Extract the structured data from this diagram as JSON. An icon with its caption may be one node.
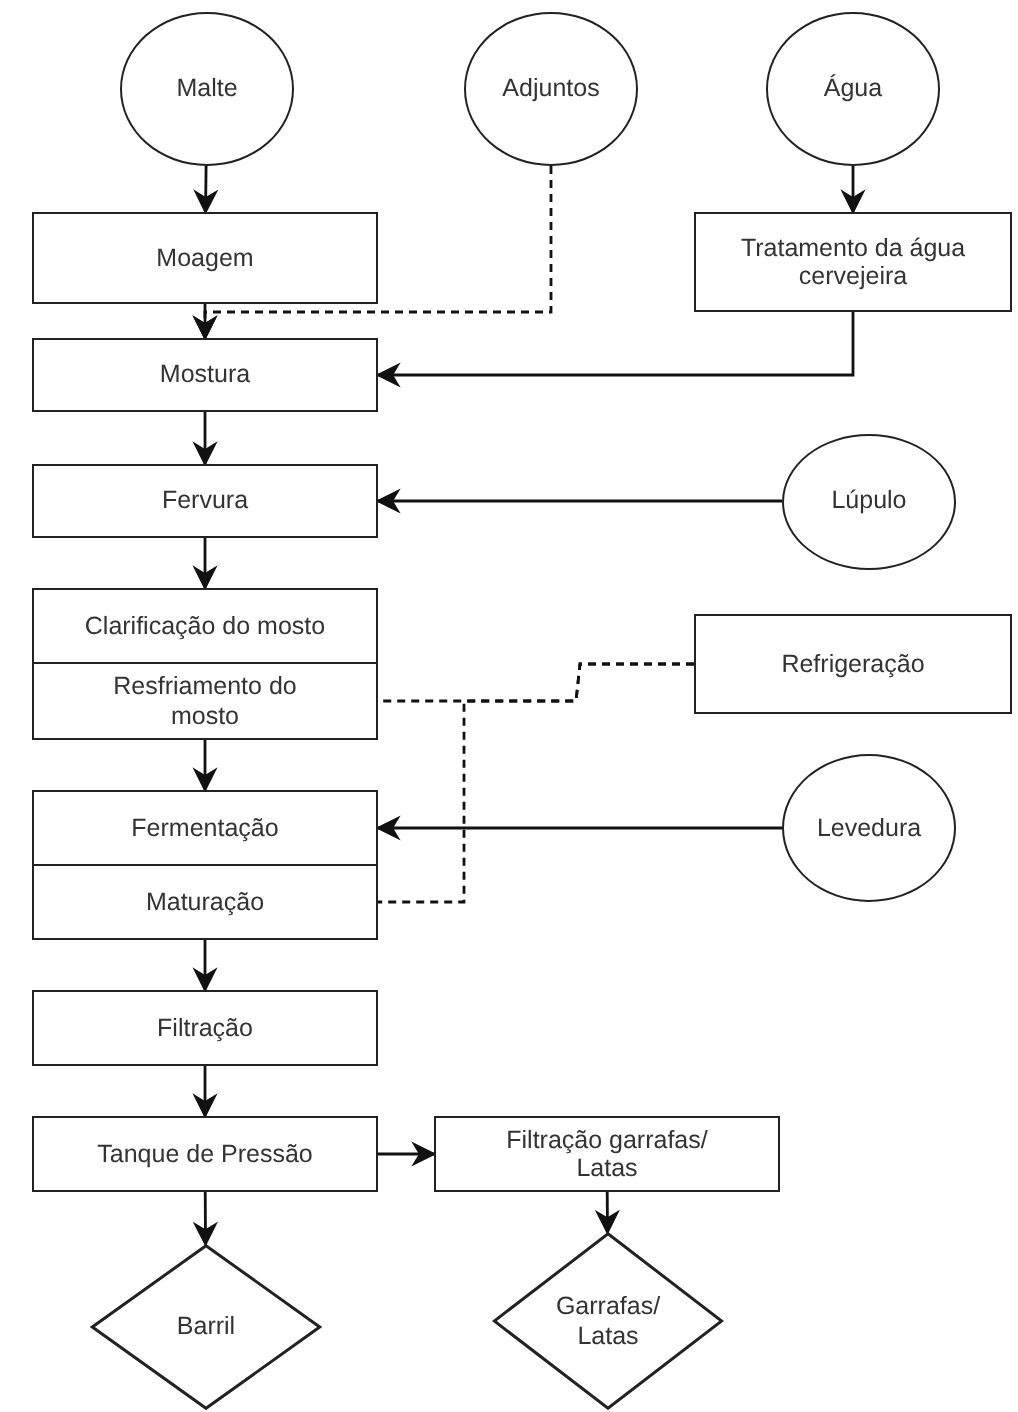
{
  "diagram": {
    "nodes": [
      {
        "text": [
          "Malte"
        ]
      },
      {
        "text": [
          "Adjuntos"
        ]
      },
      {
        "text": [
          "Água"
        ]
      },
      {
        "text": [
          "Moagem"
        ]
      },
      {
        "text": [
          "Tratamento da água cervejeira"
        ]
      },
      {
        "text": [
          "Mostura"
        ]
      },
      {
        "text": [
          "Fervura"
        ]
      },
      {
        "text": [
          "Lúpulo"
        ]
      },
      {
        "text": [
          "Clarificação do mosto"
        ]
      },
      {
        "text": [
          "Resfriamento do mosto"
        ]
      },
      {
        "text": [
          "Refrigeração"
        ]
      },
      {
        "text": [
          "Fermentação"
        ]
      },
      {
        "text": [
          "Levedura"
        ]
      },
      {
        "text": [
          "Maturação"
        ]
      },
      {
        "text": [
          "Filtração"
        ]
      },
      {
        "text": [
          "Tanque de Pressão"
        ]
      },
      {
        "text": [
          "Filtração garrafas/ Latas"
        ]
      },
      {
        "text": [
          "Barril"
        ]
      },
      {
        "text": [
          "Garrafas/ Latas"
        ]
      }
    ],
    "edges": [
      {
        "from": 0,
        "to": 3,
        "arrow": "to"
      },
      {
        "from": 3,
        "to": 5,
        "arrow": "to"
      },
      {
        "from": 1,
        "to": 5,
        "arrow": "to",
        "style": "dashed"
      },
      {
        "from": 2,
        "to": 4,
        "arrow": "to"
      },
      {
        "from": 4,
        "to": 5,
        "arrow": "to"
      },
      {
        "from": 5,
        "to": 6,
        "arrow": "to"
      },
      {
        "from": 7,
        "to": 6,
        "arrow": "to"
      },
      {
        "from": 6,
        "to": 8,
        "arrow": "to"
      },
      {
        "from": 9,
        "to": 11,
        "arrow": "to"
      },
      {
        "from": 10,
        "to": 9,
        "arrow": "none",
        "style": "dashed"
      },
      {
        "from": 10,
        "to": 13,
        "arrow": "none",
        "style": "dashed"
      },
      {
        "from": 12,
        "to": 11,
        "arrow": "to"
      },
      {
        "from": 13,
        "to": 14,
        "arrow": "to"
      },
      {
        "from": 14,
        "to": 15,
        "arrow": "to"
      },
      {
        "from": 15,
        "to": 16,
        "arrow": "to"
      },
      {
        "from": 15,
        "to": 17,
        "arrow": "to"
      },
      {
        "from": 16,
        "to": 18,
        "arrow": "to"
      }
    ]
  }
}
